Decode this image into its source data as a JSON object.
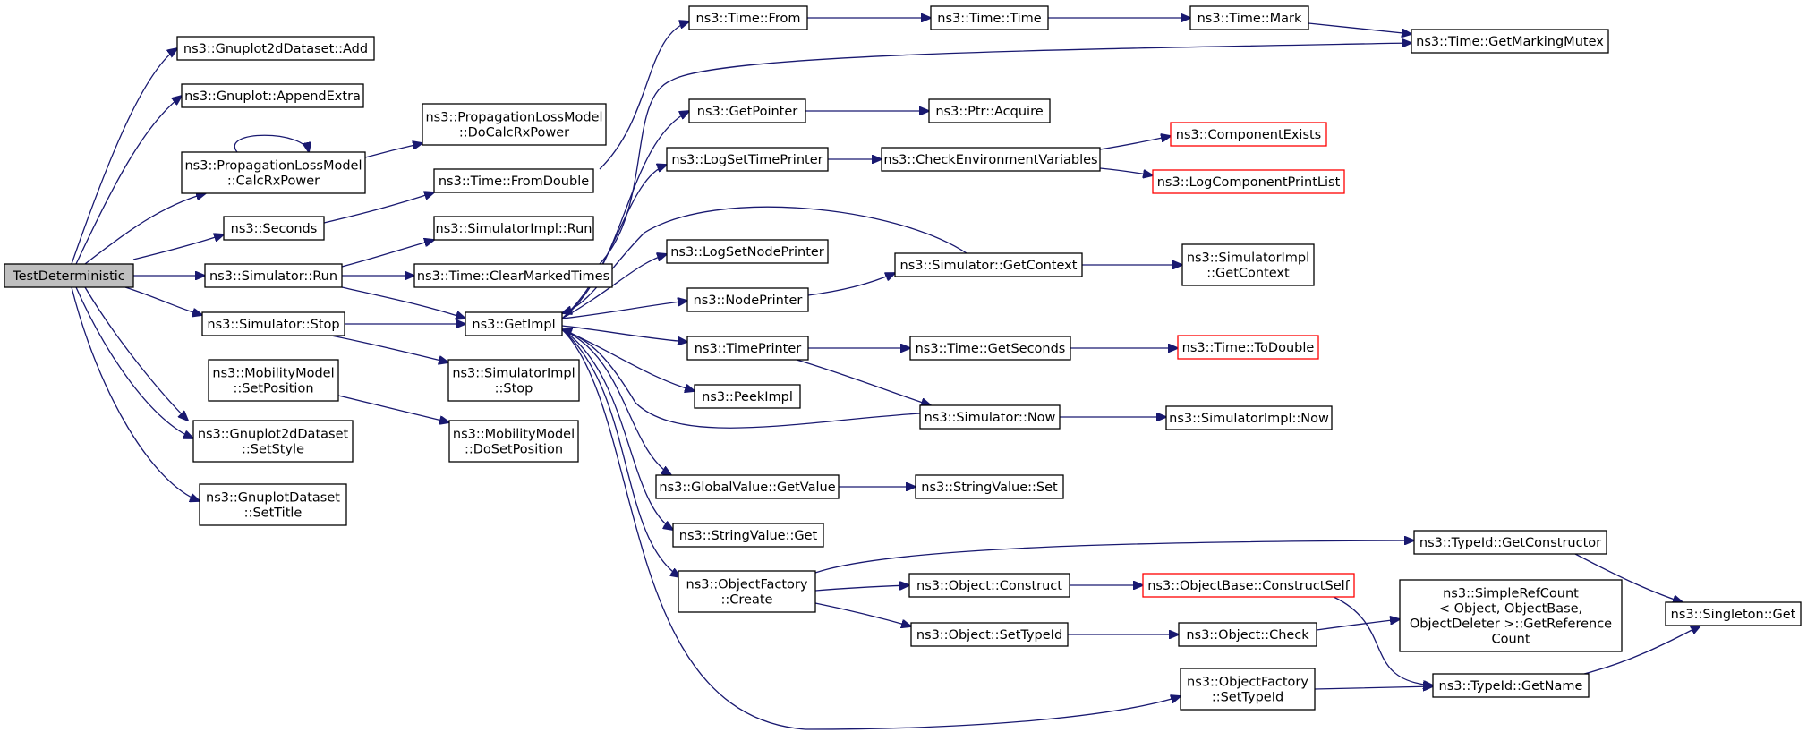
{
  "diagram": {
    "kind": "doxygen call graph",
    "colors": {
      "edge": "#191970",
      "node_border": "#000000",
      "node_border_missing": "#ff0000",
      "root_fill": "#bfbfbf",
      "node_fill": "#ffffff"
    },
    "nodes": [
      {
        "id": "testdet",
        "lines": [
          "TestDeterministic"
        ],
        "style": "root"
      },
      {
        "id": "g2d-add",
        "lines": [
          "ns3::Gnuplot2dDataset::Add"
        ]
      },
      {
        "id": "gp-append",
        "lines": [
          "ns3::Gnuplot::AppendExtra"
        ]
      },
      {
        "id": "plm-calc",
        "lines": [
          "ns3::PropagationLossModel",
          "::CalcRxPower"
        ]
      },
      {
        "id": "seconds",
        "lines": [
          "ns3::Seconds"
        ]
      },
      {
        "id": "sim-run",
        "lines": [
          "ns3::Simulator::Run"
        ]
      },
      {
        "id": "sim-stop",
        "lines": [
          "ns3::Simulator::Stop"
        ]
      },
      {
        "id": "mm-setpos",
        "lines": [
          "ns3::MobilityModel",
          "::SetPosition"
        ]
      },
      {
        "id": "g2d-style",
        "lines": [
          "ns3::Gnuplot2dDataset",
          "::SetStyle"
        ]
      },
      {
        "id": "gds-title",
        "lines": [
          "ns3::GnuplotDataset",
          "::SetTitle"
        ]
      },
      {
        "id": "plm-docalc",
        "lines": [
          "ns3::PropagationLossModel",
          "::DoCalcRxPower"
        ]
      },
      {
        "id": "time-fromdouble",
        "lines": [
          "ns3::Time::FromDouble"
        ]
      },
      {
        "id": "simimpl-run",
        "lines": [
          "ns3::SimulatorImpl::Run"
        ]
      },
      {
        "id": "time-clear",
        "lines": [
          "ns3::Time::ClearMarkedTimes"
        ]
      },
      {
        "id": "getimpl",
        "lines": [
          "ns3::GetImpl"
        ]
      },
      {
        "id": "simimpl-stop",
        "lines": [
          "ns3::SimulatorImpl",
          "::Stop"
        ]
      },
      {
        "id": "mm-dosetpos",
        "lines": [
          "ns3::MobilityModel",
          "::DoSetPosition"
        ]
      },
      {
        "id": "time-from",
        "lines": [
          "ns3::Time::From"
        ]
      },
      {
        "id": "getpointer",
        "lines": [
          "ns3::GetPointer"
        ]
      },
      {
        "id": "logsettime",
        "lines": [
          "ns3::LogSetTimePrinter"
        ]
      },
      {
        "id": "logsetnode",
        "lines": [
          "ns3::LogSetNodePrinter"
        ]
      },
      {
        "id": "nodeprinter",
        "lines": [
          "ns3::NodePrinter"
        ]
      },
      {
        "id": "timeprinter",
        "lines": [
          "ns3::TimePrinter"
        ]
      },
      {
        "id": "peekimpl",
        "lines": [
          "ns3::PeekImpl"
        ]
      },
      {
        "id": "gv-getvalue",
        "lines": [
          "ns3::GlobalValue::GetValue"
        ]
      },
      {
        "id": "sv-get",
        "lines": [
          "ns3::StringValue::Get"
        ]
      },
      {
        "id": "of-create",
        "lines": [
          "ns3::ObjectFactory",
          "::Create"
        ]
      },
      {
        "id": "time-time",
        "lines": [
          "ns3::Time::Time"
        ]
      },
      {
        "id": "ptr-acquire",
        "lines": [
          "ns3::Ptr::Acquire"
        ]
      },
      {
        "id": "checkenv",
        "lines": [
          "ns3::CheckEnvironmentVariables"
        ]
      },
      {
        "id": "sim-getctx",
        "lines": [
          "ns3::Simulator::GetContext"
        ]
      },
      {
        "id": "time-getsec",
        "lines": [
          "ns3::Time::GetSeconds"
        ]
      },
      {
        "id": "sim-now",
        "lines": [
          "ns3::Simulator::Now"
        ]
      },
      {
        "id": "sv-set",
        "lines": [
          "ns3::StringValue::Set"
        ]
      },
      {
        "id": "obj-construct",
        "lines": [
          "ns3::Object::Construct"
        ]
      },
      {
        "id": "obj-settypeid",
        "lines": [
          "ns3::Object::SetTypeId"
        ]
      },
      {
        "id": "time-mark",
        "lines": [
          "ns3::Time::Mark"
        ]
      },
      {
        "id": "time-mutex",
        "lines": [
          "ns3::Time::GetMarkingMutex"
        ]
      },
      {
        "id": "compexists",
        "lines": [
          "ns3::ComponentExists"
        ],
        "style": "missing"
      },
      {
        "id": "logcomplist",
        "lines": [
          "ns3::LogComponentPrintList"
        ],
        "style": "missing"
      },
      {
        "id": "simimpl-getctx",
        "lines": [
          "ns3::SimulatorImpl",
          "::GetContext"
        ]
      },
      {
        "id": "time-todouble",
        "lines": [
          "ns3::Time::ToDouble"
        ],
        "style": "missing"
      },
      {
        "id": "simimpl-now",
        "lines": [
          "ns3::SimulatorImpl::Now"
        ]
      },
      {
        "id": "ob-constructself",
        "lines": [
          "ns3::ObjectBase::ConstructSelf"
        ],
        "style": "missing"
      },
      {
        "id": "obj-check",
        "lines": [
          "ns3::Object::Check"
        ]
      },
      {
        "id": "typeid-getctor",
        "lines": [
          "ns3::TypeId::GetConstructor"
        ]
      },
      {
        "id": "of-settypeid",
        "lines": [
          "ns3::ObjectFactory",
          "::SetTypeId"
        ]
      },
      {
        "id": "simplerefcount",
        "lines": [
          "ns3::SimpleRefCount",
          "< Object, ObjectBase,",
          " ObjectDeleter >::GetReference",
          "Count"
        ]
      },
      {
        "id": "typeid-getname",
        "lines": [
          "ns3::TypeId::GetName"
        ]
      },
      {
        "id": "singleton-get",
        "lines": [
          "ns3::Singleton::Get"
        ]
      }
    ],
    "edges": [
      [
        "testdet",
        "g2d-add"
      ],
      [
        "testdet",
        "gp-append"
      ],
      [
        "testdet",
        "plm-calc"
      ],
      [
        "testdet",
        "seconds"
      ],
      [
        "testdet",
        "sim-run"
      ],
      [
        "testdet",
        "sim-stop"
      ],
      [
        "testdet",
        "mm-setpos"
      ],
      [
        "testdet",
        "g2d-style"
      ],
      [
        "testdet",
        "gds-title"
      ],
      [
        "plm-calc",
        "plm-calc"
      ],
      [
        "plm-calc",
        "plm-docalc"
      ],
      [
        "seconds",
        "time-fromdouble"
      ],
      [
        "sim-run",
        "simimpl-run"
      ],
      [
        "sim-run",
        "time-clear"
      ],
      [
        "sim-run",
        "getimpl"
      ],
      [
        "sim-stop",
        "getimpl"
      ],
      [
        "sim-stop",
        "simimpl-stop"
      ],
      [
        "mm-setpos",
        "mm-dosetpos"
      ],
      [
        "time-fromdouble",
        "time-from"
      ],
      [
        "time-clear",
        "time-mutex"
      ],
      [
        "time-from",
        "time-time"
      ],
      [
        "time-time",
        "time-mark"
      ],
      [
        "time-mark",
        "time-mutex"
      ],
      [
        "getimpl",
        "getpointer"
      ],
      [
        "getimpl",
        "logsettime"
      ],
      [
        "getimpl",
        "logsetnode"
      ],
      [
        "getimpl",
        "nodeprinter"
      ],
      [
        "getimpl",
        "timeprinter"
      ],
      [
        "getimpl",
        "peekimpl"
      ],
      [
        "getimpl",
        "gv-getvalue"
      ],
      [
        "getimpl",
        "sv-get"
      ],
      [
        "getimpl",
        "of-create"
      ],
      [
        "getimpl",
        "of-settypeid"
      ],
      [
        "getpointer",
        "ptr-acquire"
      ],
      [
        "logsettime",
        "checkenv"
      ],
      [
        "checkenv",
        "compexists"
      ],
      [
        "checkenv",
        "logcomplist"
      ],
      [
        "nodeprinter",
        "sim-getctx"
      ],
      [
        "sim-getctx",
        "getimpl"
      ],
      [
        "sim-getctx",
        "simimpl-getctx"
      ],
      [
        "timeprinter",
        "time-getsec"
      ],
      [
        "timeprinter",
        "sim-now"
      ],
      [
        "time-getsec",
        "time-todouble"
      ],
      [
        "sim-now",
        "getimpl"
      ],
      [
        "sim-now",
        "simimpl-now"
      ],
      [
        "gv-getvalue",
        "sv-set"
      ],
      [
        "of-create",
        "typeid-getctor"
      ],
      [
        "of-create",
        "obj-construct"
      ],
      [
        "of-create",
        "obj-settypeid"
      ],
      [
        "obj-construct",
        "ob-constructself"
      ],
      [
        "ob-constructself",
        "typeid-getname"
      ],
      [
        "obj-settypeid",
        "obj-check"
      ],
      [
        "obj-check",
        "simplerefcount"
      ],
      [
        "typeid-getctor",
        "singleton-get"
      ],
      [
        "of-settypeid",
        "typeid-getname"
      ],
      [
        "typeid-getname",
        "singleton-get"
      ]
    ]
  }
}
